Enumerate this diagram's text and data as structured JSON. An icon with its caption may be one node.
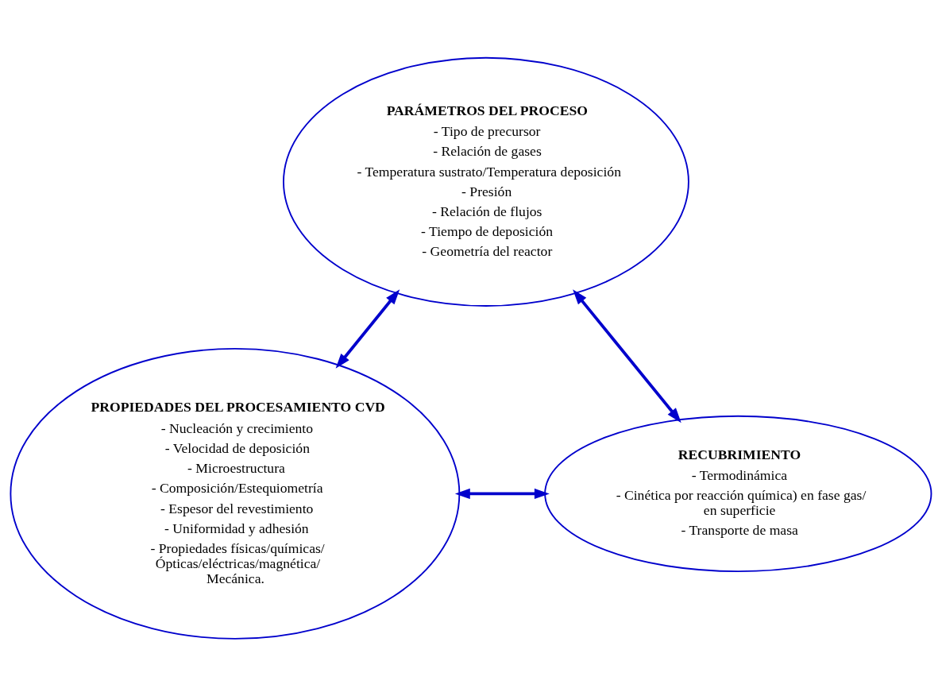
{
  "diagram": {
    "nodes": [
      {
        "text": [
          "PARÁMETROS DEL PROCESO",
          "- Tipo de precursor",
          "- Relación de gases",
          "- Temperatura sustrato/Temperatura deposición",
          "- Presión",
          "- Relación de flujos",
          "- Tiempo de deposición",
          "- Geometría del reactor"
        ]
      },
      {
        "text": [
          "PROPIEDADES DEL PROCESAMIENTO CVD",
          "- Nucleación y crecimiento",
          "- Velocidad de deposición",
          "- Microestructura",
          "- Composición/Estequiometría",
          "- Espesor del revestimiento",
          "- Uniformidad y adhesión",
          "- Propiedades físicas/químicas/ Ópticas/eléctricas/magnética/ Mecánica."
        ]
      },
      {
        "text": [
          "RECUBRIMIENTO",
          "- Termodinámica",
          "- Cinética por reacción química) en fase gas/ en superficie",
          "- Transporte de masa"
        ]
      }
    ],
    "edges": [
      {
        "from": 0,
        "to": 1,
        "arrow": "both"
      },
      {
        "from": 0,
        "to": 2,
        "arrow": "both"
      },
      {
        "from": 1,
        "to": 2,
        "arrow": "both"
      }
    ]
  }
}
